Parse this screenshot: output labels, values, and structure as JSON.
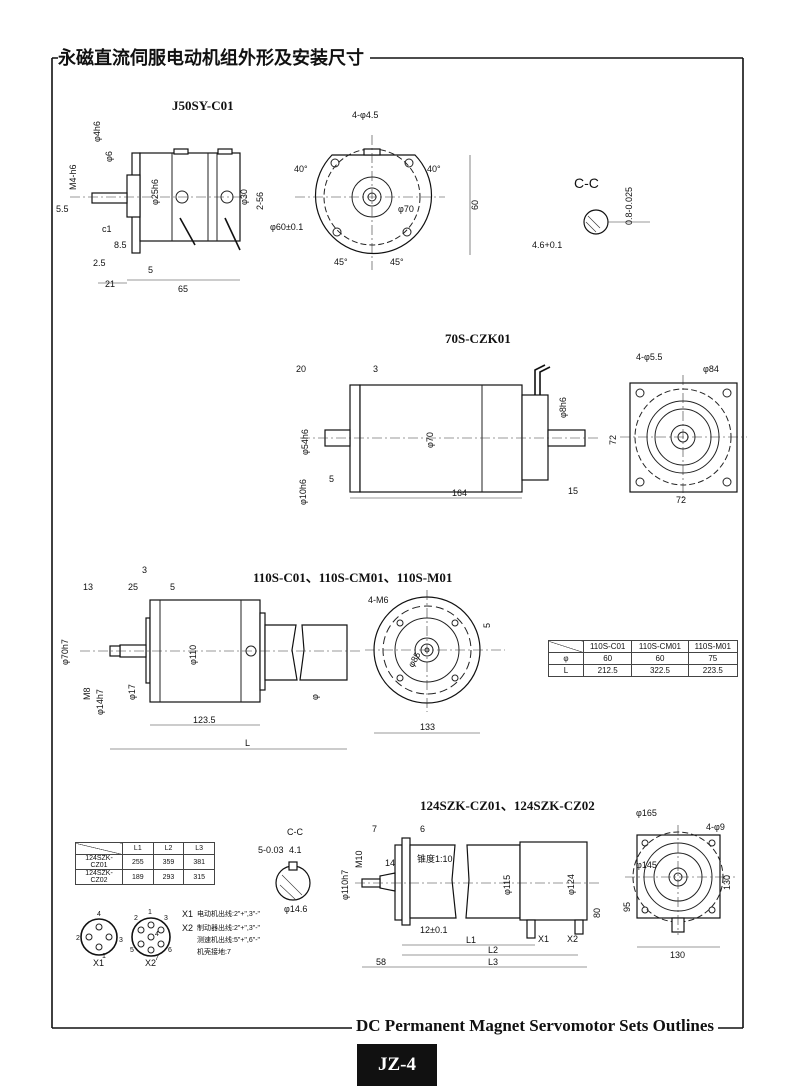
{
  "page_title": "永磁直流伺服电动机组外形及安装尺寸",
  "english_title": "DC Permanent Magnet Servomotor Sets Outlines",
  "page_number": "JZ-4",
  "j50": {
    "title": "J50SY-C01",
    "labels": {
      "phi4h6": "φ4h6",
      "phi6": "φ6",
      "m4": "M4-h6",
      "d55": "5.5",
      "c1": "c1",
      "phi25": "φ25h6",
      "phi30": "φ30",
      "two56": "2-56",
      "d85": "8.5",
      "d25": "2.5",
      "d5": "5",
      "d21": "21",
      "d65": "65",
      "holes": "4-φ4.5",
      "a40l": "40°",
      "a40r": "40°",
      "phi70": "φ70",
      "d60": "60",
      "phi60": "φ60±0.1",
      "a45l": "45°",
      "a45r": "45°",
      "cc": "C-C",
      "d08": "0.8-0.025",
      "d46": "4.6+0.1"
    }
  },
  "s70": {
    "title": "70S-CZK01",
    "labels": {
      "d20": "20",
      "d3": "3",
      "phi54": "φ54h6",
      "phi70": "φ70",
      "phi8": "φ8h6",
      "d5": "5",
      "phi10": "φ10h6",
      "d164": "164",
      "d15": "15",
      "holes": "4-φ5.5",
      "phi84": "φ84",
      "d72v": "72",
      "d72h": "72"
    }
  },
  "s110": {
    "title": "110S-C01、110S-CM01、110S-M01",
    "labels": {
      "d3": "3",
      "d13": "13",
      "d25": "25",
      "d5": "5",
      "phi70": "φ70h7",
      "m8": "M8",
      "phi14": "φ14h7",
      "phi17": "φ17",
      "phi110": "φ110",
      "phi": "φ",
      "d123": "123.5",
      "L": "L",
      "m6": "4-M6",
      "phi85": "φ85",
      "d5v": "5",
      "d133": "133"
    },
    "table": {
      "columns": [
        "110S-C01",
        "110S-CM01",
        "110S-M01"
      ],
      "rows": [
        {
          "label": "φ",
          "values": [
            "60",
            "60",
            "75"
          ]
        },
        {
          "label": "L",
          "values": [
            "212.5",
            "322.5",
            "223.5"
          ]
        }
      ]
    }
  },
  "s124": {
    "title": "124SZK-CZ01、124SZK-CZ02",
    "labels": {
      "cc": "C-C",
      "d5": "5-0.03",
      "d41": "4.1",
      "phi146": "φ14.6",
      "d7": "7",
      "d6": "6",
      "m10": "M10",
      "phi110": "φ110h7",
      "d14": "14",
      "taper": "锥度1:10",
      "phi115": "φ115",
      "phi124": "φ124",
      "d80": "80",
      "d12": "12±0.1",
      "x1": "X1",
      "x2": "X2",
      "L1": "L1",
      "L2": "L2",
      "L3": "L3",
      "d58": "58",
      "phi165": "φ165",
      "holes": "4-φ9",
      "phi145": "φ145",
      "d95": "95",
      "d130v": "130",
      "d130h": "130"
    },
    "table": {
      "columns": [
        "L1",
        "L2",
        "L3"
      ],
      "rows": [
        {
          "label": "124SZK-CZ01",
          "values": [
            "255",
            "359",
            "381"
          ]
        },
        {
          "label": "124SZK-CZ02",
          "values": [
            "189",
            "293",
            "315"
          ]
        }
      ]
    },
    "connectors": {
      "x1_label": "X1",
      "x2_label": "X2",
      "x1_pins": [
        "1",
        "2",
        "3",
        "4"
      ],
      "x2_pins": [
        "1",
        "2",
        "3",
        "4",
        "5",
        "6",
        "7"
      ],
      "legend": [
        {
          "key": "X1",
          "text": "电动机出线:2\"+\",3\"-\""
        },
        {
          "key": "X2",
          "text": "制动器出线:2\"+\",3\"-\""
        },
        {
          "key": "",
          "text": "测速机出线:5\"+\",6\"-\""
        },
        {
          "key": "",
          "text": "机壳接地:7"
        }
      ]
    }
  }
}
